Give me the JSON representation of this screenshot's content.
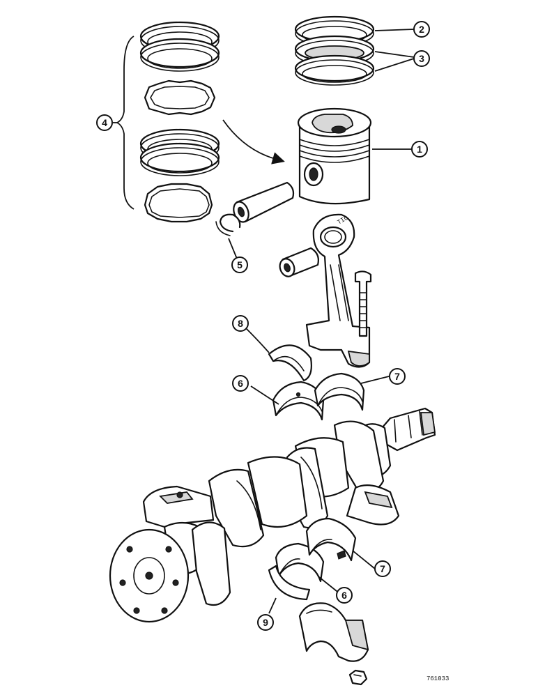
{
  "callouts": {
    "c1": "1",
    "c2": "2",
    "c3": "3",
    "c4": "4",
    "c5": "5",
    "c6a": "6",
    "c6b": "6",
    "c7a": "7",
    "c7b": "7",
    "c8": "8",
    "c9": "9"
  },
  "reference_number": "761033"
}
